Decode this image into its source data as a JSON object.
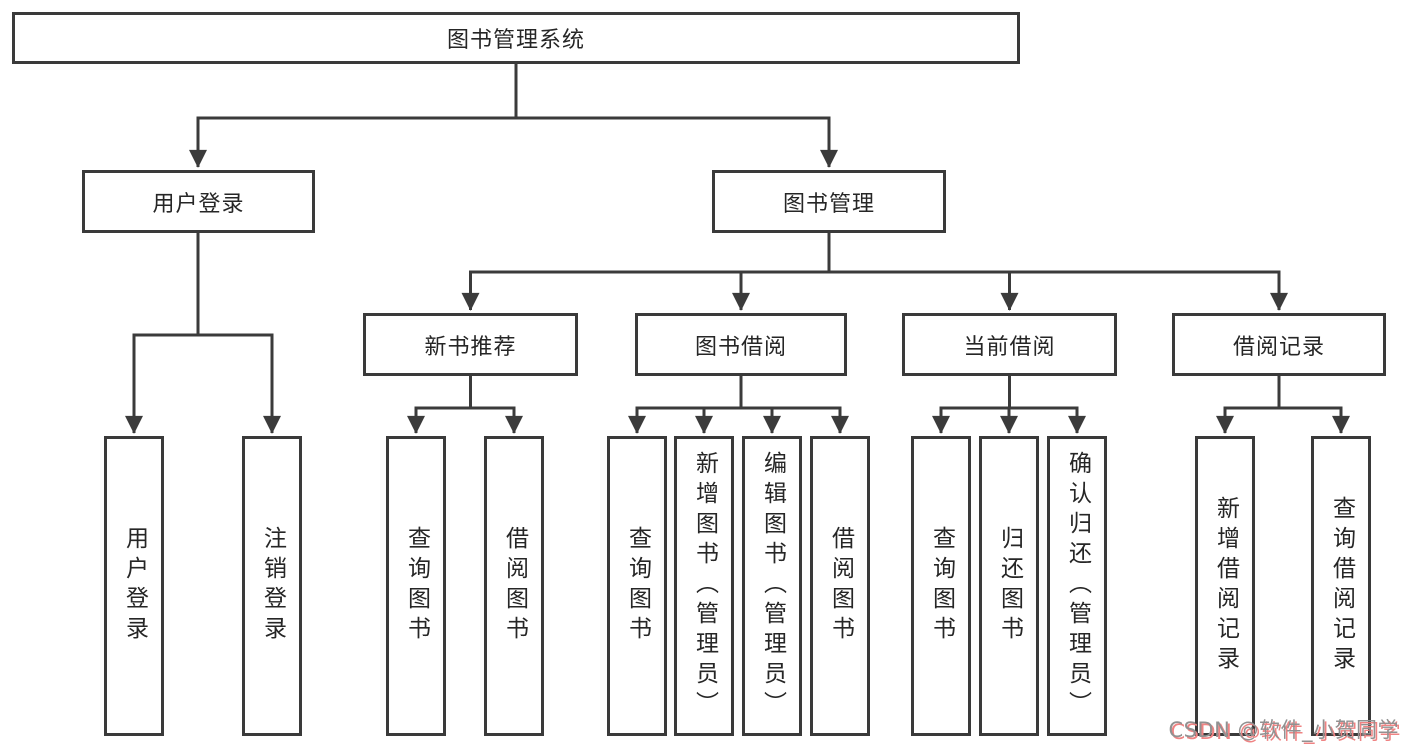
{
  "colors": {
    "line": "#3b3b3b",
    "box_border": "#3a3a3a",
    "box_fill": "#ffffff",
    "text": "#262626",
    "background": "#ffffff",
    "watermark_text": "#919191",
    "watermark_shadow": "#ef8383"
  },
  "tree": {
    "label": "图书管理系统",
    "children": [
      {
        "label": "用户登录",
        "children": [
          {
            "label": "用户登录"
          },
          {
            "label": "注销登录"
          }
        ]
      },
      {
        "label": "图书管理",
        "children": [
          {
            "label": "新书推荐",
            "children": [
              {
                "label": "查询图书"
              },
              {
                "label": "借阅图书"
              }
            ]
          },
          {
            "label": "图书借阅",
            "children": [
              {
                "label": "查询图书"
              },
              {
                "label": "新增图书（管理员）"
              },
              {
                "label": "编辑图书（管理员）"
              },
              {
                "label": "借阅图书"
              }
            ]
          },
          {
            "label": "当前借阅",
            "children": [
              {
                "label": "查询图书"
              },
              {
                "label": "归还图书"
              },
              {
                "label": "确认归还（管理员）"
              }
            ]
          },
          {
            "label": "借阅记录",
            "children": [
              {
                "label": "新增借阅记录"
              },
              {
                "label": "查询借阅记录"
              }
            ]
          }
        ]
      }
    ]
  },
  "watermark": {
    "label": "CSDN @软件_小贺同学"
  }
}
